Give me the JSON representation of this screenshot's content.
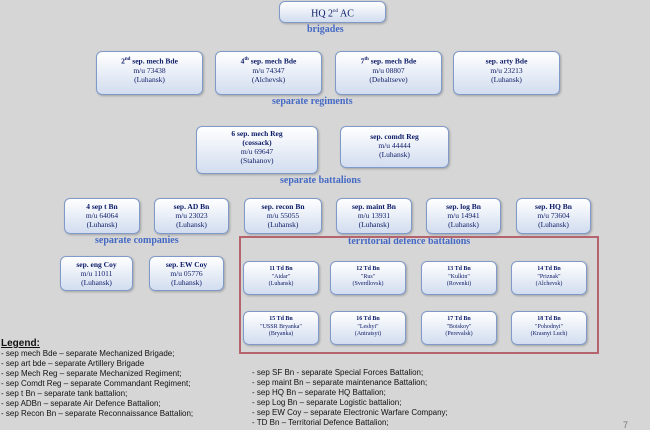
{
  "hq": {
    "pre": "HQ 2",
    "sup": "nd",
    "post": " AC"
  },
  "sections": {
    "brigades": "brigades",
    "regiments": "separate regiments",
    "battalions": "separate battalions",
    "companies": "separate companies",
    "territorial": "territorial defence battalions"
  },
  "brigades": [
    {
      "pre": "2",
      "sup": "nd",
      "post": " sep. mech Bde",
      "mu": "m/u 73438",
      "loc": "(Luhansk)"
    },
    {
      "pre": "4",
      "sup": "th",
      "post": " sep. mech Bde",
      "mu": "m/u 74347",
      "loc": "(Alchevsk)"
    },
    {
      "pre": "7",
      "sup": "th",
      "post": " sep. mech Bde",
      "mu": "m/u 08807",
      "loc": "(Debaltseve)"
    },
    {
      "pre": "sep. arty Bde",
      "sup": "",
      "post": "",
      "mu": "m/u 23213",
      "loc": "(Luhansk)"
    }
  ],
  "regiments": [
    {
      "title": "6 sep. mech Reg",
      "sub": "(cossack)",
      "mu": "m/u 69647",
      "loc": "(Stahanov)"
    },
    {
      "title": "sep. comdt Reg",
      "sub": "",
      "mu": "m/u 44444",
      "loc": "(Luhansk)"
    }
  ],
  "battalions": [
    {
      "title": "4 sep t Bn",
      "mu": "m/u 64064",
      "loc": "(Luhansk)"
    },
    {
      "title": "sep. AD Bn",
      "mu": "m/u 23023",
      "loc": "(Luhansk)"
    },
    {
      "title": "sep. recon Bn",
      "mu": "m/u 55055",
      "loc": "(Luhansk)"
    },
    {
      "title": "sep. maint Bn",
      "mu": "m/u 13931",
      "loc": "(Luhansk)"
    },
    {
      "title": "sep. log Bn",
      "mu": "m/u 14941",
      "loc": "(Luhansk)"
    },
    {
      "title": "sep. HQ Bn",
      "mu": "m/u 73604",
      "loc": "(Luhansk)"
    }
  ],
  "companies": [
    {
      "title": "sep. eng Coy",
      "mu": "m/u 11011",
      "loc": "(Luhansk)"
    },
    {
      "title": "sep. EW Coy",
      "mu": "m/u 05776",
      "loc": "(Luhansk)"
    }
  ],
  "territorial": [
    {
      "title": "11 Td Bn",
      "name": "\"Aidar\"",
      "loc": "(Luhansk)"
    },
    {
      "title": "12 Td Bn",
      "name": "\"Rus\"",
      "loc": "(Sverdlovsk)"
    },
    {
      "title": "13 Td Bn",
      "name": "\"Kulkin\"",
      "loc": "(Rovenki)"
    },
    {
      "title": "14 Td Bn",
      "name": "\"Priznak\"",
      "loc": "(Alchevsk)"
    },
    {
      "title": "15 Td Bn",
      "name": "\"USSR Bryanka\"",
      "loc": "(Bryanka)"
    },
    {
      "title": "16 Td Bn",
      "name": "\"Leshyi\"",
      "loc": "(Antratsyt)"
    },
    {
      "title": "17 Td Bn",
      "name": "\"Boiskoy\"",
      "loc": "(Perevalsk)"
    },
    {
      "title": "18 Td Bn",
      "name": "\"Pohodnyi\"",
      "loc": "(Krasnyi Luch)"
    }
  ],
  "legend": {
    "heading": "Legend:",
    "left": [
      "- sep mech Bde – separate Mechanized Brigade;",
      "- sep art bde – separate Artillery Brigade",
      "- sep Mech Reg – separate Mechanized Regiment;",
      "- sep Comdt Reg – separate Commandant Regiment;",
      "- sep t Bn – separate tank battalion;",
      "- sep ADBn – separate Air Defence Battalion;",
      "- sep Recon Bn – separate Reconnaissance Battalion;"
    ],
    "right": [
      "- sep SF Bn - separate Special Forces Battalion;",
      "- sep maint Bn – separate maintenance Battalion;",
      "- sep HQ Bn – separate HQ Battalion;",
      "- sep Log Bn – separate Logistic battalion;",
      "- sep EW Coy – separate Electronic Warfare Company;",
      "- TD Bn – Territorial Defence Battalion;"
    ]
  },
  "page_number": "7"
}
